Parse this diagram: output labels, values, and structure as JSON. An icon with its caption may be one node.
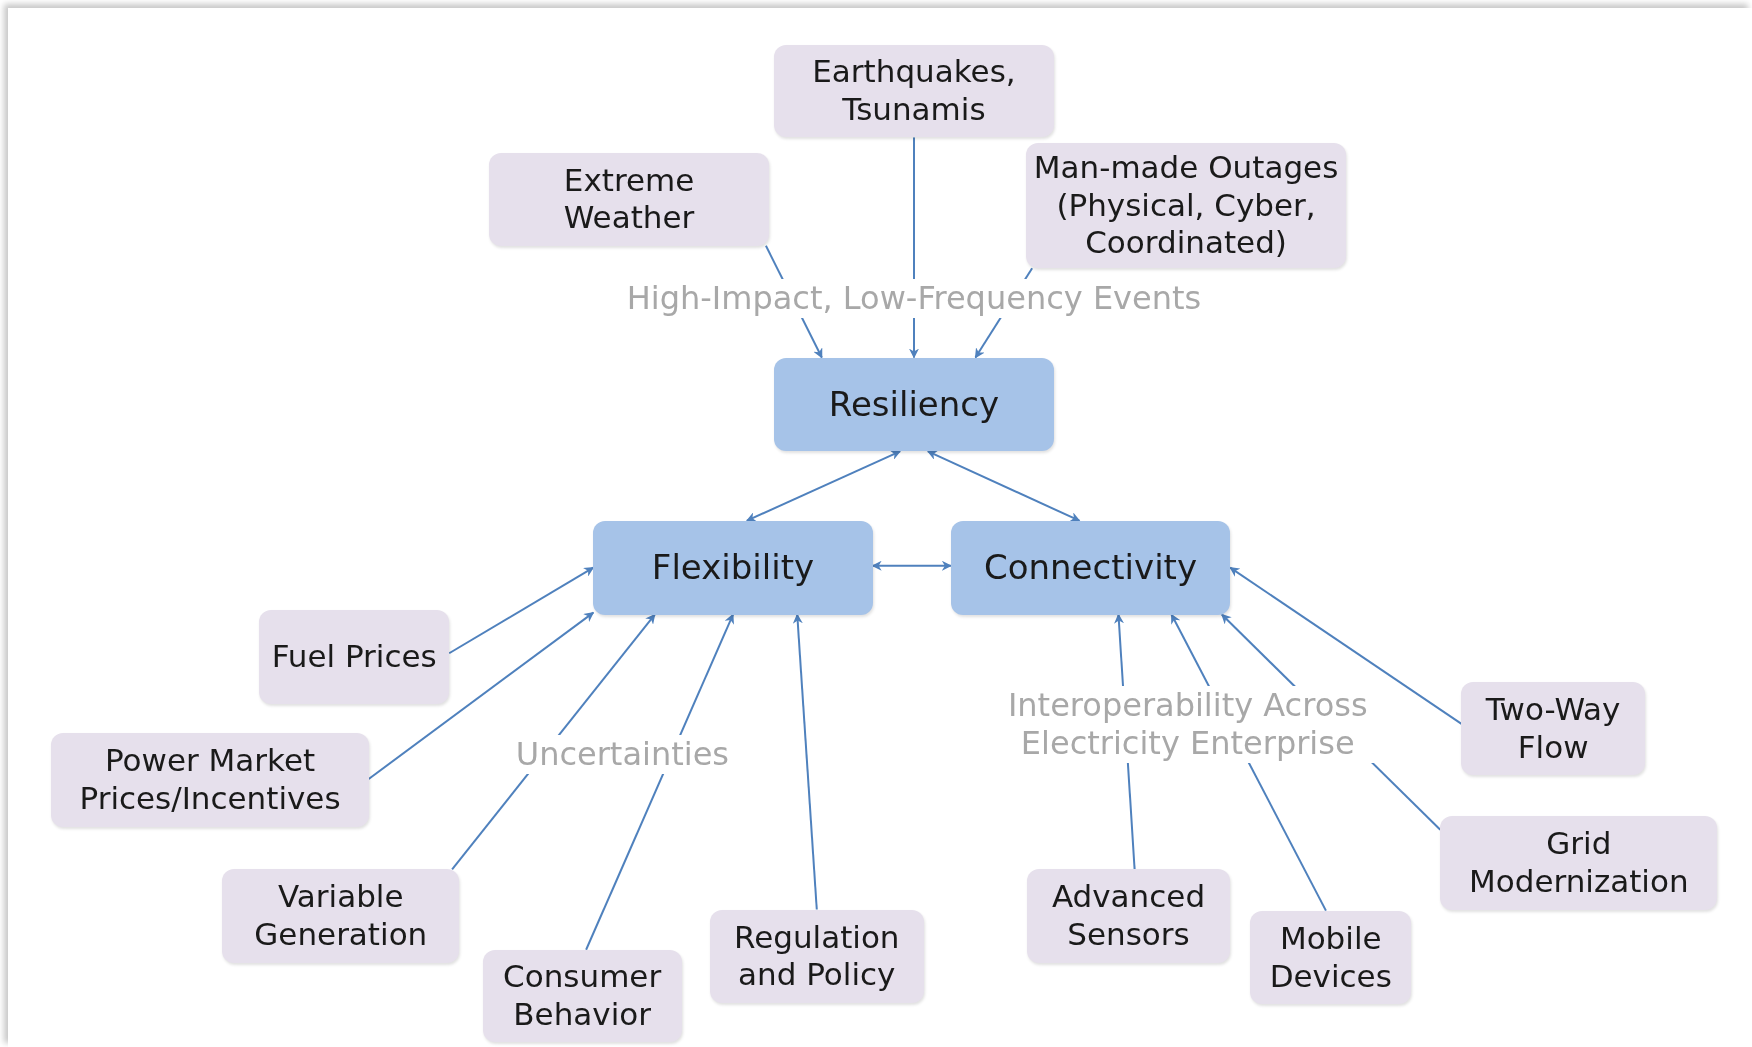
{
  "diagram": {
    "nodes": [
      {
        "text": [
          "Earthquakes, Tsunamis"
        ]
      },
      {
        "text": [
          "Extreme Weather"
        ]
      },
      {
        "text": [
          "Man-made Outages (Physical, Cyber, Coordinated)"
        ]
      },
      {
        "text": [
          "Resiliency"
        ]
      },
      {
        "text": [
          "Flexibility"
        ]
      },
      {
        "text": [
          "Connectivity"
        ]
      },
      {
        "text": [
          "Fuel Prices"
        ]
      },
      {
        "text": [
          "Power Market Prices/Incentives"
        ]
      },
      {
        "text": [
          "Variable Generation"
        ]
      },
      {
        "text": [
          "Consumer Behavior"
        ]
      },
      {
        "text": [
          "Regulation and Policy"
        ]
      },
      {
        "text": [
          "Advanced Sensors"
        ]
      },
      {
        "text": [
          "Mobile Devices"
        ]
      },
      {
        "text": [
          "Two-Way Flow"
        ]
      },
      {
        "text": [
          "Grid Modernization"
        ]
      }
    ],
    "edges": [
      {
        "from": 1,
        "to": 3,
        "arrow": "to"
      },
      {
        "from": 0,
        "to": 3,
        "arrow": "to"
      },
      {
        "from": 2,
        "to": 3,
        "arrow": "to"
      },
      {
        "from": 3,
        "to": 4,
        "arrow": "both"
      },
      {
        "from": 3,
        "to": 5,
        "arrow": "both"
      },
      {
        "from": 4,
        "to": 5,
        "arrow": "both"
      },
      {
        "from": 6,
        "to": 4,
        "arrow": "to"
      },
      {
        "from": 7,
        "to": 4,
        "arrow": "to"
      },
      {
        "from": 8,
        "to": 4,
        "arrow": "to"
      },
      {
        "from": 9,
        "to": 4,
        "arrow": "to"
      },
      {
        "from": 10,
        "to": 4,
        "arrow": "to"
      },
      {
        "from": 11,
        "to": 5,
        "arrow": "to"
      },
      {
        "from": 12,
        "to": 5,
        "arrow": "to"
      },
      {
        "from": 13,
        "to": 5,
        "arrow": "to"
      },
      {
        "from": 14,
        "to": 5,
        "arrow": "to"
      }
    ],
    "labels": [
      "High-Impact, Low-Frequency Events",
      "Uncertainties",
      "Interoperability Across Electricity Enterprise"
    ]
  }
}
